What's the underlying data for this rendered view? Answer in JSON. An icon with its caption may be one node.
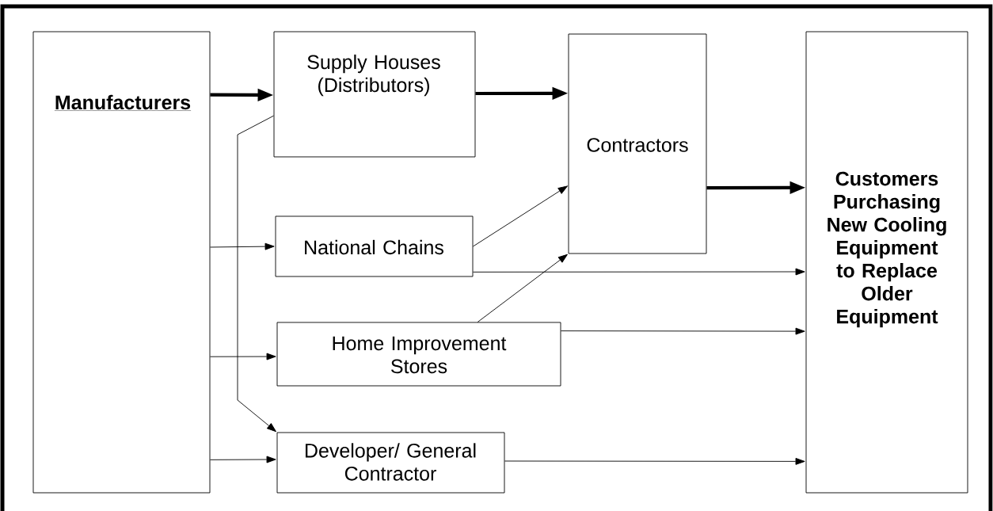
{
  "diagram": {
    "nodes": [
      {
        "text": [
          "Manufacturers"
        ]
      },
      {
        "text": [
          "Supply Houses (Distributors)"
        ]
      },
      {
        "text": [
          "Contractors"
        ]
      },
      {
        "text": [
          "Customers Purchasing New Cooling Equipment to Replace Older Equipment"
        ]
      },
      {
        "text": [
          "National Chains"
        ]
      },
      {
        "text": [
          "Home Improvement Stores"
        ]
      },
      {
        "text": [
          "Developer/ General Contractor"
        ]
      }
    ],
    "edges": [
      {
        "from": 0,
        "to": 1,
        "arrow": "to",
        "style": "thick"
      },
      {
        "from": 1,
        "to": 2,
        "arrow": "to",
        "style": "thick"
      },
      {
        "from": 2,
        "to": 3,
        "arrow": "to",
        "style": "thick"
      },
      {
        "from": 0,
        "to": 4,
        "arrow": "to"
      },
      {
        "from": 0,
        "to": 5,
        "arrow": "to"
      },
      {
        "from": 0,
        "to": 6,
        "arrow": "to"
      },
      {
        "from": 1,
        "to": 6,
        "arrow": "to"
      },
      {
        "from": 4,
        "to": 2,
        "arrow": "to"
      },
      {
        "from": 5,
        "to": 2,
        "arrow": "to"
      },
      {
        "from": 4,
        "to": 3,
        "arrow": "to"
      },
      {
        "from": 5,
        "to": 3,
        "arrow": "to"
      },
      {
        "from": 6,
        "to": 3,
        "arrow": "to"
      }
    ]
  }
}
